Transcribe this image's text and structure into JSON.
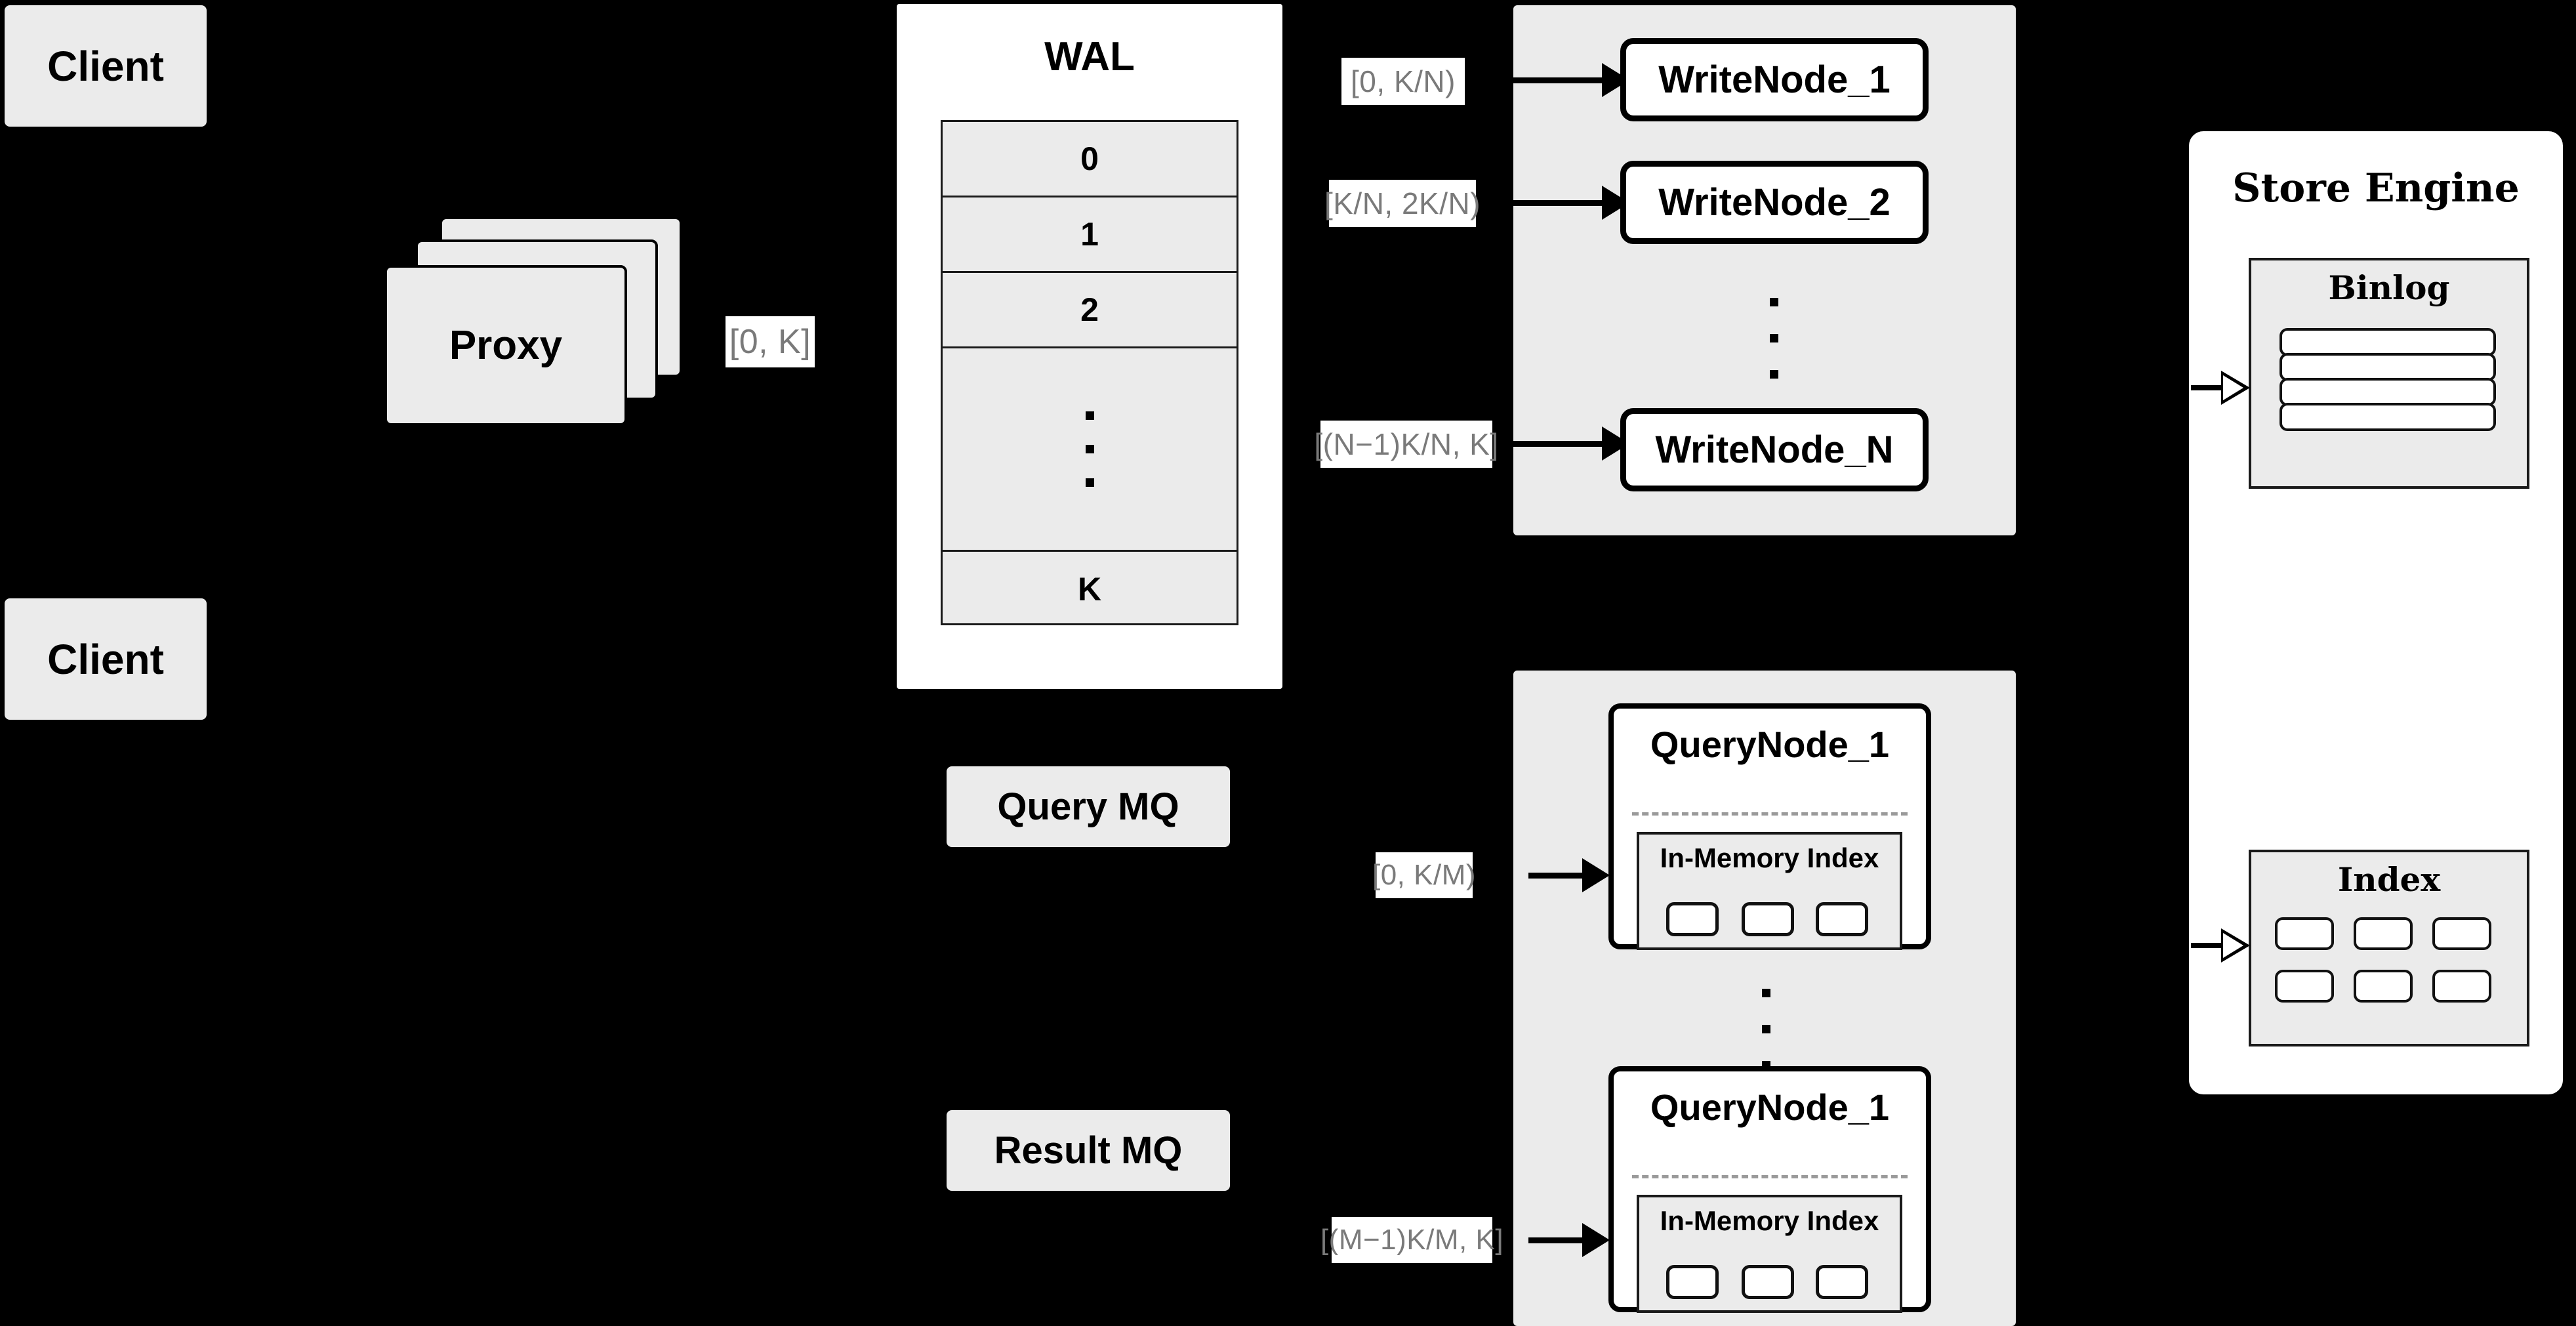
{
  "diagram": {
    "title": "Distributed vector database write/query architecture",
    "background_color": "#000000",
    "node_fill": "#ebebeb",
    "panel_fill": "#ffffff",
    "label_text_color": "#7a7a7a",
    "border_color": "#000000"
  },
  "clients": [
    {
      "label": "Client"
    },
    {
      "label": "Client"
    }
  ],
  "proxy": {
    "label": "Proxy",
    "stack_count": 3
  },
  "labels": {
    "proxy_to_wal": "[0, K]",
    "wal_to_writenode_1": "[0,  K/N)",
    "wal_to_writenode_2": "[K/N, 2K/N)",
    "wal_to_writenode_n": "[(N−1)K/N,  K]",
    "mq_to_querynode_1": "[0, K/M)",
    "mq_to_querynode_m": "[(M−1)K/M, K]"
  },
  "wal": {
    "title": "WAL",
    "rows": [
      "0",
      "1",
      "2",
      "",
      "K"
    ],
    "ellipsis_row_index": 3,
    "ellipsis_dots": 3
  },
  "mq": {
    "query": "Query MQ",
    "result": "Result MQ"
  },
  "write_cluster": {
    "nodes": [
      {
        "label": "WriteNode_1"
      },
      {
        "label": "WriteNode_2"
      },
      {
        "label": "WriteNode_N"
      }
    ],
    "ellipsis_dots": 3
  },
  "query_cluster": {
    "nodes": [
      {
        "label": "QueryNode_1",
        "index_title": "In-Memory Index",
        "index_cells": 3
      },
      {
        "label": "QueryNode_1",
        "index_title": "In-Memory Index",
        "index_cells": 3
      }
    ],
    "ellipsis_dots": 3
  },
  "store_engine": {
    "title": "Store Engine",
    "binlog": {
      "title": "Binlog",
      "rows": 4
    },
    "index": {
      "title": "Index",
      "cells": 6,
      "columns": 3,
      "rows": 2
    }
  }
}
